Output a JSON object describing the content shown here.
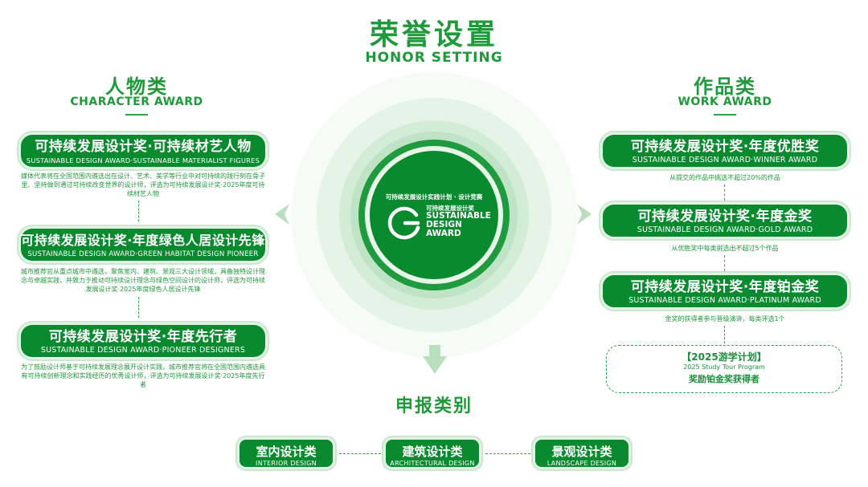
{
  "header": {
    "title_cn": "荣誉设置",
    "title_en": "HONOR SETTING"
  },
  "left": {
    "title_cn": "人物类",
    "title_en": "CHARACTER AWARD",
    "awards": [
      {
        "cn": "可持续发展设计奖·可持续材艺人物",
        "en": "SUSTAINABLE DESIGN AWARD·SUSTAINABLE MATERIALIST FIGURES",
        "desc": "媒体代表将在全国范围内遴选出在设计、艺术、美学等行业中对可持续的践行刻在骨子里、坚持做到通过可持续改变世界的设计师，评选为可持续发展设计奖·2025年度可持续材艺人物"
      },
      {
        "cn": "可持续发展设计奖·年度绿色人居设计先锋",
        "en": "SUSTAINABLE DESIGN AWARD·GREEN HABITAT DESIGN PIONEER",
        "desc": "城市推荐官从重点城市中遴选，聚焦室内、建筑、景观三大设计领域，具备独特设计理念与卓越实践，并致力于推动可持续设计理念与绿色空间设计的设计师，评选为可持续发展设计奖·2025年度绿色人居设计先锋"
      },
      {
        "cn": "可持续发展设计奖·年度先行者",
        "en": "SUSTAINABLE DESIGN AWARD·PIONEER DESIGNERS",
        "desc": "为了鼓励设计师基于可持续发展理念展开设计实践，城市推荐官将在全国范围内遴选具有可持续创新理念和实践经历的优秀设计师，评选为可持续发展设计奖·2025年度先行者"
      }
    ]
  },
  "right": {
    "title_cn": "作品类",
    "title_en": "WORK  AWARD",
    "awards": [
      {
        "cn": "可持续发展设计奖·年度优胜奖",
        "en": "SUSTAINABLE DESIGN AWARD·WINNER AWARD",
        "desc": "从提交的作品中挑选不超过20%的作品"
      },
      {
        "cn": "可持续发展设计奖·年度金奖",
        "en": "SUSTAINABLE DESIGN AWARD·GOLD AWARD",
        "desc": "从优胜奖中每类挑选出不超过5个作品"
      },
      {
        "cn": "可持续发展设计奖·年度铂金奖",
        "en": "SUSTAINABLE DESIGN AWARD·PLATINUM AWARD",
        "desc": "金奖的获得者参与晋级演讲，每类评选1个"
      }
    ],
    "study": {
      "title": "【2025游学计划】",
      "en": "2025 Study Tour Program",
      "sub": "奖励铂金奖获得者"
    }
  },
  "center": {
    "top_text": "可持续发展设计实践计划 · 设计竞赛",
    "logo_cn": "可持续发展设计奖",
    "logo_en": [
      "SUSTAINABLE",
      "DESIGN",
      "AWARD"
    ]
  },
  "bottom": {
    "title": "申报类别",
    "categories": [
      {
        "cn": "室内设计类",
        "en": "INTERIOR DESIGN"
      },
      {
        "cn": "建筑设计类",
        "en": "ARCHITECTURAL DESIGN"
      },
      {
        "cn": "景观设计类",
        "en": "LANDSCAPE DESIGN"
      }
    ]
  },
  "colors": {
    "primary": "#0a8a2f",
    "accent": "#1e9a3a",
    "light": "#e3f3e6"
  },
  "icons": [
    "chevron-left-icon",
    "chevron-right-icon",
    "chevron-down-icon",
    "award-logo-icon"
  ]
}
